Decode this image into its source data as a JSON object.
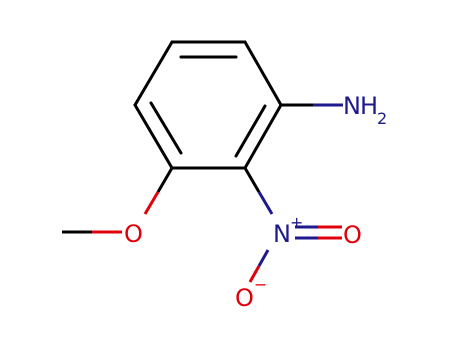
{
  "colors": {
    "background": "#ffffff",
    "bond": "#000000",
    "nitrogen": "#1e1a8c",
    "oxygen": "#e0000b"
  },
  "molecule": {
    "amine": {
      "element": "N",
      "hydrogen": "H",
      "count": "2"
    },
    "nitro_nitrogen": {
      "element": "N",
      "charge": "+"
    },
    "nitro_oxygen_double": {
      "element": "O"
    },
    "nitro_oxygen_single": {
      "element": "O",
      "charge": "−"
    },
    "methoxy_oxygen": {
      "element": "O"
    }
  }
}
